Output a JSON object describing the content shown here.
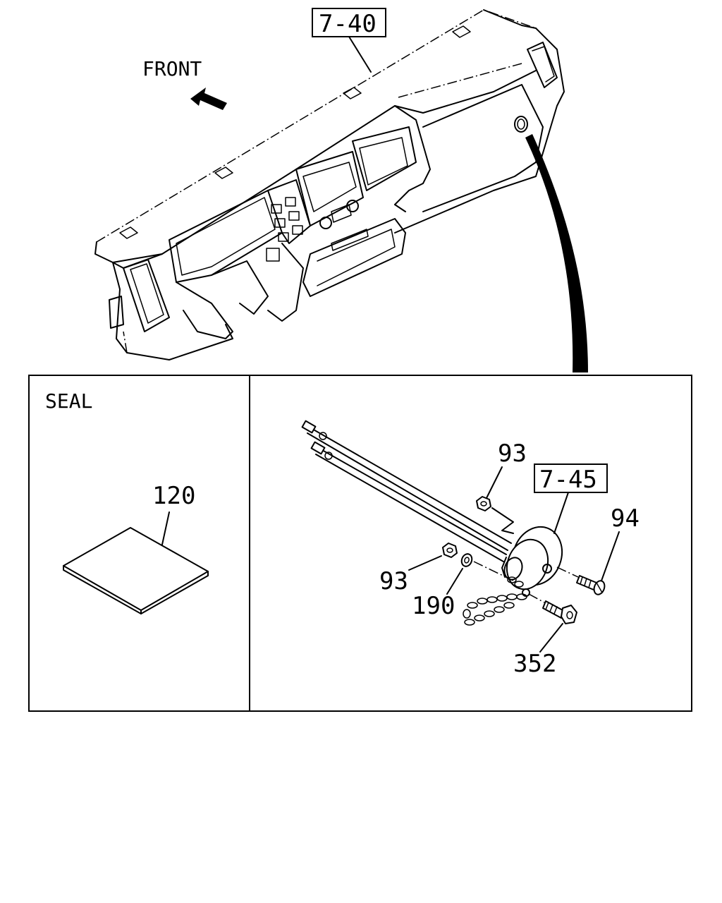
{
  "labels": {
    "front": "FRONT",
    "ref_dashboard": "7-40",
    "ref_assembly": "7-45",
    "seal": "SEAL",
    "part_120": "120",
    "part_93_top": "93",
    "part_93_bottom": "93",
    "part_94": "94",
    "part_190": "190",
    "part_352": "352"
  },
  "icons": {
    "front_arrow": "arrow-up-left-icon"
  }
}
